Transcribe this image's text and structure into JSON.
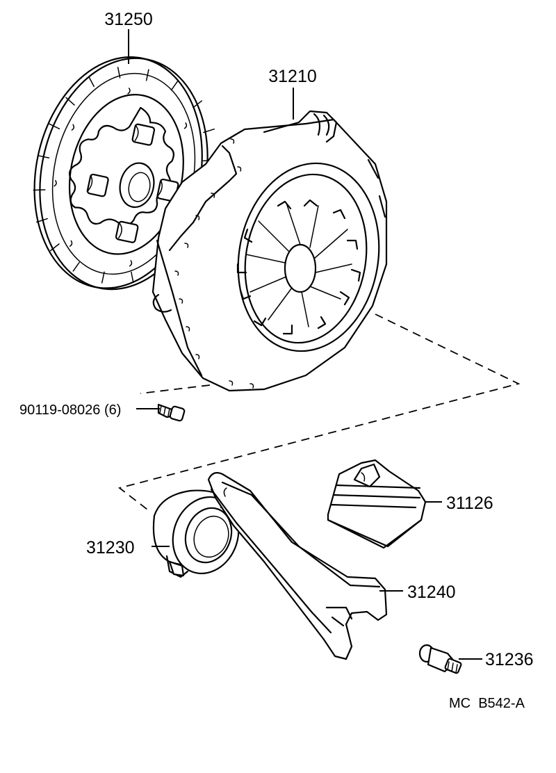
{
  "parts": {
    "clutch_disc": "31250",
    "clutch_cover": "31210",
    "bolt": "90119-08026 (6)",
    "release_bearing": "31230",
    "release_fork_boot": "31126",
    "release_fork": "31240",
    "pivot_stud": "31236"
  },
  "diagram_code": "MC  B542-A"
}
